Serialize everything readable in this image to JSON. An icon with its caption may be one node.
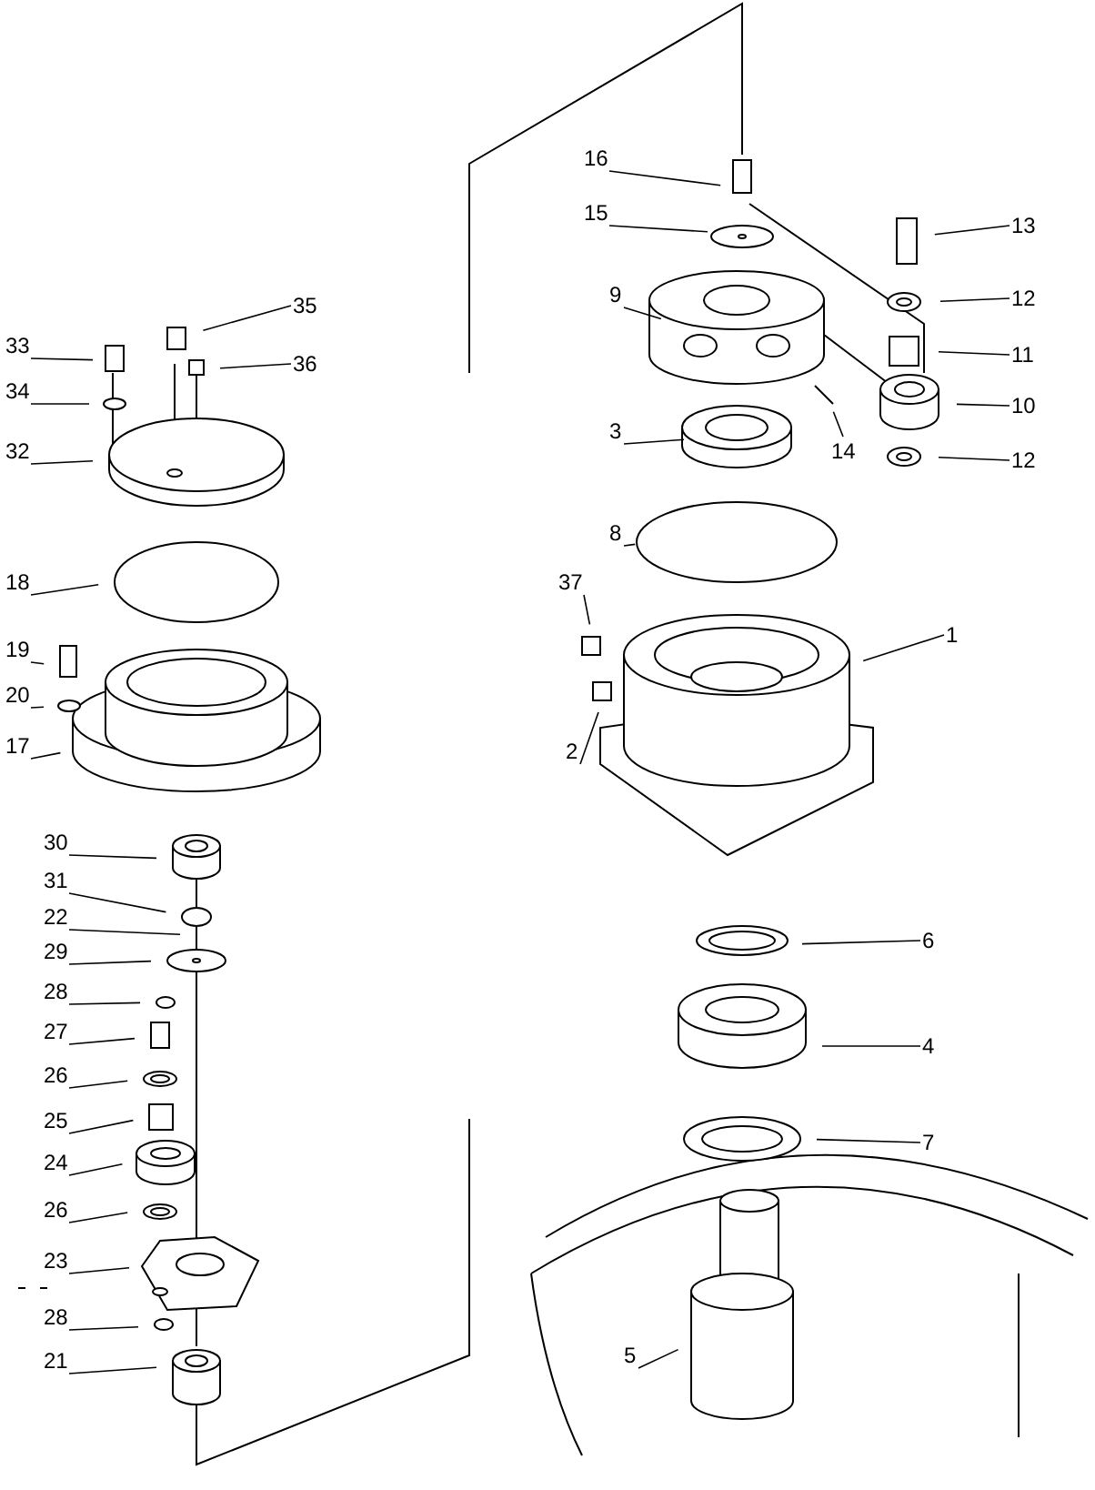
{
  "diagram": {
    "nodes": [
      {
        "text": [
          "16"
        ]
      },
      {
        "text": [
          "15"
        ]
      },
      {
        "text": [
          "13"
        ]
      },
      {
        "text": [
          "9"
        ]
      },
      {
        "text": [
          "35"
        ]
      },
      {
        "text": [
          "33"
        ]
      },
      {
        "text": [
          "12"
        ]
      },
      {
        "text": [
          "36"
        ]
      },
      {
        "text": [
          "11"
        ]
      },
      {
        "text": [
          "34"
        ]
      },
      {
        "text": [
          "10"
        ]
      },
      {
        "text": [
          "3"
        ]
      },
      {
        "text": [
          "14"
        ]
      },
      {
        "text": [
          "12"
        ]
      },
      {
        "text": [
          "32"
        ]
      },
      {
        "text": [
          "8"
        ]
      },
      {
        "text": [
          "18"
        ]
      },
      {
        "text": [
          "37"
        ]
      },
      {
        "text": [
          "1"
        ]
      },
      {
        "text": [
          "19"
        ]
      },
      {
        "text": [
          "20"
        ]
      },
      {
        "text": [
          "2"
        ]
      },
      {
        "text": [
          "17"
        ]
      },
      {
        "text": [
          "30"
        ]
      },
      {
        "text": [
          "31"
        ]
      },
      {
        "text": [
          "22"
        ]
      },
      {
        "text": [
          "29"
        ]
      },
      {
        "text": [
          "6"
        ]
      },
      {
        "text": [
          "28"
        ]
      },
      {
        "text": [
          "27"
        ]
      },
      {
        "text": [
          "4"
        ]
      },
      {
        "text": [
          "26"
        ]
      },
      {
        "text": [
          "25"
        ]
      },
      {
        "text": [
          "7"
        ]
      },
      {
        "text": [
          "24"
        ]
      },
      {
        "text": [
          "26"
        ]
      },
      {
        "text": [
          "23"
        ]
      },
      {
        "text": [
          "5"
        ]
      },
      {
        "text": [
          "28"
        ]
      },
      {
        "text": [
          "21"
        ]
      }
    ],
    "edges": [
      {
        "from": 0,
        "to": null,
        "arrow": "none"
      },
      {
        "from": 1,
        "to": null,
        "arrow": "none"
      },
      {
        "from": 2,
        "to": null,
        "arrow": "none"
      },
      {
        "from": 3,
        "to": null,
        "arrow": "none"
      },
      {
        "from": 4,
        "to": null,
        "arrow": "none"
      },
      {
        "from": 5,
        "to": null,
        "arrow": "none"
      },
      {
        "from": 6,
        "to": null,
        "arrow": "none"
      },
      {
        "from": 7,
        "to": null,
        "arrow": "none"
      },
      {
        "from": 8,
        "to": null,
        "arrow": "none"
      },
      {
        "from": 9,
        "to": null,
        "arrow": "none"
      },
      {
        "from": 10,
        "to": null,
        "arrow": "none"
      },
      {
        "from": 11,
        "to": null,
        "arrow": "none"
      },
      {
        "from": 12,
        "to": null,
        "arrow": "none"
      },
      {
        "from": 13,
        "to": null,
        "arrow": "none"
      },
      {
        "from": 14,
        "to": null,
        "arrow": "none"
      },
      {
        "from": 15,
        "to": null,
        "arrow": "none"
      },
      {
        "from": 16,
        "to": null,
        "arrow": "none"
      },
      {
        "from": 17,
        "to": null,
        "arrow": "none"
      },
      {
        "from": 18,
        "to": null,
        "arrow": "none"
      },
      {
        "from": 19,
        "to": null,
        "arrow": "none"
      },
      {
        "from": 20,
        "to": null,
        "arrow": "none"
      },
      {
        "from": 21,
        "to": null,
        "arrow": "none"
      },
      {
        "from": 22,
        "to": null,
        "arrow": "none"
      },
      {
        "from": 23,
        "to": null,
        "arrow": "none"
      },
      {
        "from": 24,
        "to": null,
        "arrow": "none"
      },
      {
        "from": 25,
        "to": null,
        "arrow": "none"
      },
      {
        "from": 26,
        "to": null,
        "arrow": "none"
      },
      {
        "from": 27,
        "to": null,
        "arrow": "none"
      },
      {
        "from": 28,
        "to": null,
        "arrow": "none"
      },
      {
        "from": 29,
        "to": null,
        "arrow": "none"
      },
      {
        "from": 30,
        "to": null,
        "arrow": "none"
      },
      {
        "from": 31,
        "to": null,
        "arrow": "none"
      },
      {
        "from": 32,
        "to": null,
        "arrow": "none"
      },
      {
        "from": 33,
        "to": null,
        "arrow": "none"
      },
      {
        "from": 34,
        "to": null,
        "arrow": "none"
      },
      {
        "from": 35,
        "to": null,
        "arrow": "none"
      },
      {
        "from": 36,
        "to": null,
        "arrow": "none"
      },
      {
        "from": 37,
        "to": null,
        "arrow": "none"
      },
      {
        "from": 38,
        "to": null,
        "arrow": "none"
      },
      {
        "from": 39,
        "to": null,
        "arrow": "none"
      }
    ]
  }
}
